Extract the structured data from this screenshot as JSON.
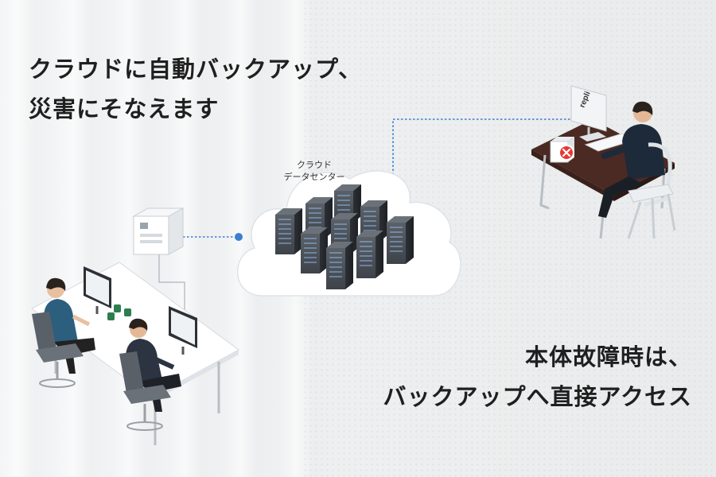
{
  "headline_top": {
    "line1": "クラウドに自動バックアップ、",
    "line2": "災害にそなえます"
  },
  "headline_bottom": {
    "line1": "本体故障時は、",
    "line2": "バックアップへ直接アクセス"
  },
  "cloud": {
    "label_line1": "クラウド",
    "label_line2": "データセンター"
  },
  "remote_monitor": {
    "brand": "repli"
  },
  "colors": {
    "connector": "#3a7fd0",
    "error": "#e53935",
    "text": "#1f1f1f"
  },
  "icons": {
    "error_badge": "x-circle-icon"
  }
}
